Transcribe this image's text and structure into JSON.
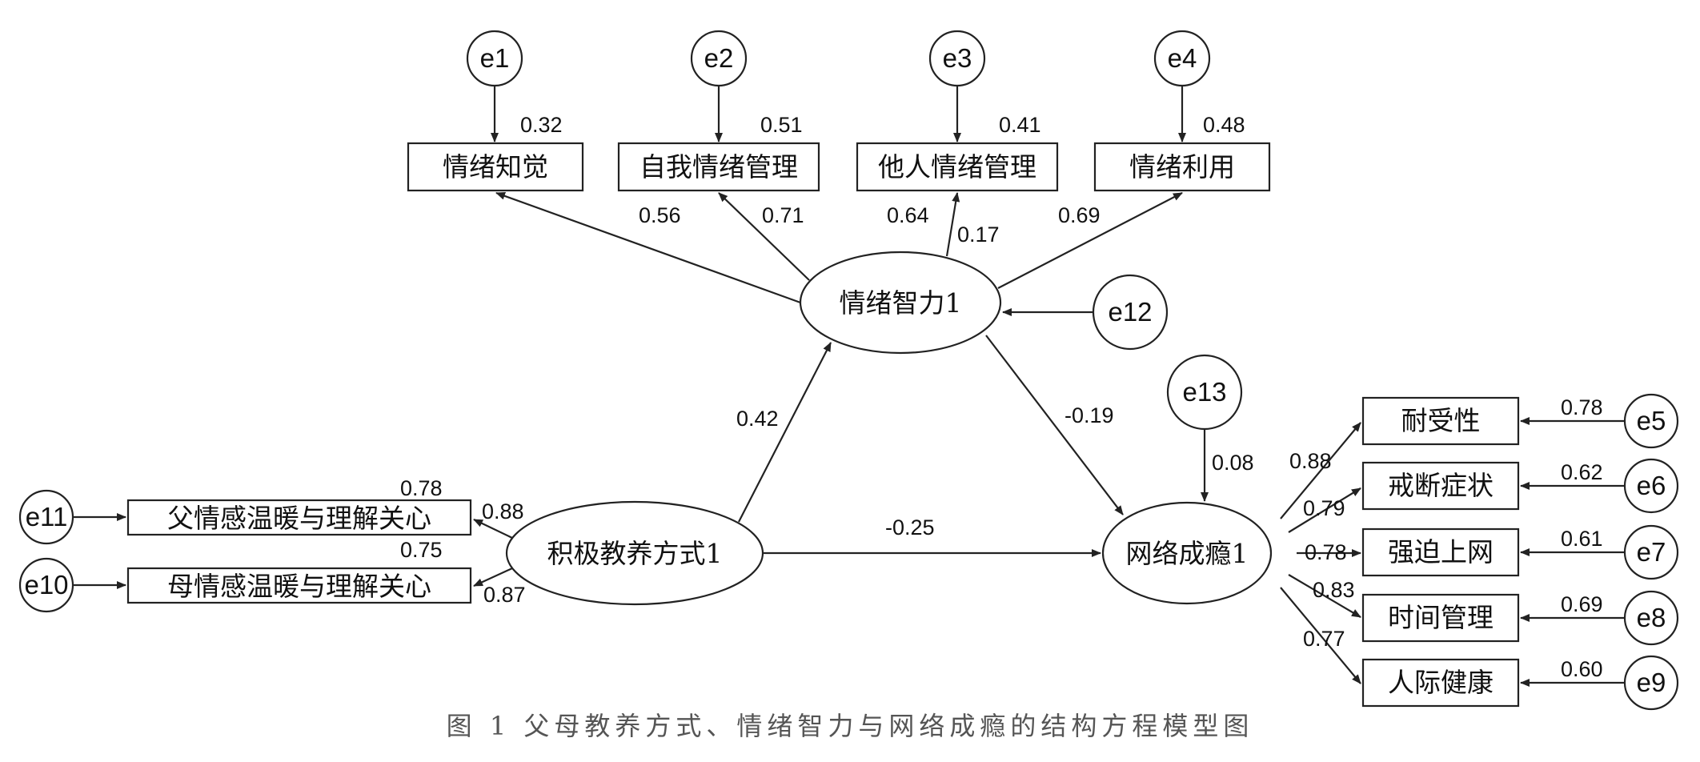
{
  "caption": "图 1   父母教养方式、情绪智力与网络成瘾的结构方程模型图",
  "latent": {
    "ei": "情绪智力1",
    "parenting": "积极教养方式1",
    "addiction": "网络成瘾1"
  },
  "indicators": {
    "ei_1": "情绪知觉",
    "ei_2": "自我情绪管理",
    "ei_3": "他人情绪管理",
    "ei_4": "情绪利用",
    "par_1": "父情感温暖与理解关心",
    "par_2": "母情感温暖与理解关心",
    "add_1": "耐受性",
    "add_2": "戒断症状",
    "add_3": "强迫上网",
    "add_4": "时间管理",
    "add_5": "人际健康"
  },
  "errors": {
    "e1": "e1",
    "e2": "e2",
    "e3": "e3",
    "e4": "e4",
    "e5": "e5",
    "e6": "e6",
    "e7": "e7",
    "e8": "e8",
    "e9": "e9",
    "e10": "e10",
    "e11": "e11",
    "e12": "e12",
    "e13": "e13"
  },
  "coefficients": {
    "e1": "0.32",
    "e2": "0.51",
    "e3": "0.41",
    "e4": "0.48",
    "ei_1": "0.56",
    "ei_2": "0.71",
    "ei_3": "0.64",
    "ei_3b": "0.17",
    "ei_4": "0.69",
    "par_to_ei": "0.42",
    "ei_to_add": "-0.19",
    "par_to_add": "-0.25",
    "e13": "0.08",
    "par_1": "0.88",
    "par_2": "0.87",
    "e11": "0.78",
    "e10": "0.75",
    "add_1": "0.88",
    "add_2": "0.79",
    "add_3": "0.78",
    "add_4": "0.83",
    "add_5": "0.77",
    "e5": "0.78",
    "e6": "0.62",
    "e7": "0.61",
    "e8": "0.69",
    "e9": "0.60"
  }
}
